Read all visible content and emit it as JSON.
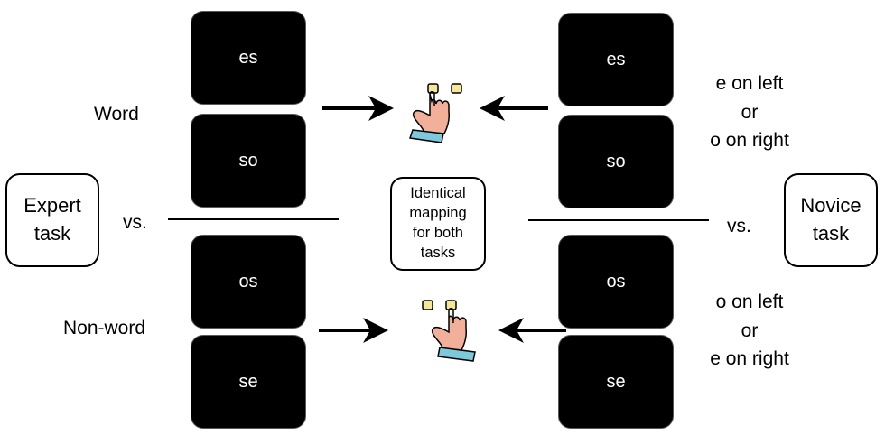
{
  "expert_box": {
    "line1": "Expert",
    "line2": "task"
  },
  "novice_box": {
    "line1": "Novice",
    "line2": "task"
  },
  "vs_left": "vs.",
  "vs_right": "vs.",
  "word_label": "Word",
  "nonword_label": "Non-word",
  "mapping_box": {
    "lines": [
      "Identical",
      "mapping",
      "for both",
      "tasks"
    ]
  },
  "screens": {
    "left_top_1": "es",
    "left_top_2": "so",
    "left_bottom_1": "os",
    "left_bottom_2": "se",
    "right_top_1": "es",
    "right_top_2": "so",
    "right_bottom_1": "os",
    "right_bottom_2": "se"
  },
  "novice_rule_word": [
    "e on left",
    "or",
    "o on right"
  ],
  "novice_rule_nonword": [
    "o on left",
    "or",
    "e on right"
  ],
  "colors": {
    "screen": "#000000",
    "key_fill": "#f5e79a",
    "skin": "#f2b09a",
    "cuff": "#7ec8dc"
  },
  "icons": {
    "hand_top": "pointing-hand-icon",
    "hand_bottom": "pointing-hand-icon"
  }
}
